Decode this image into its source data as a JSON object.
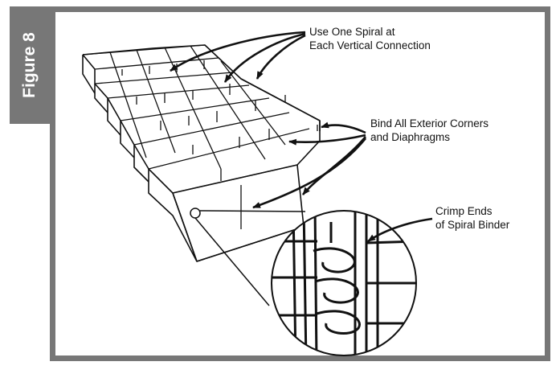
{
  "figure_label": "Figure 8",
  "callouts": {
    "spiral": {
      "line1": "Use One Spiral at",
      "line2": "Each Vertical Connection"
    },
    "bind": {
      "line1": "Bind All Exterior Corners",
      "line2": "and Diaphragms"
    },
    "crimp": {
      "line1": "Crimp Ends",
      "line2": "of Spiral Binder"
    }
  },
  "colors": {
    "frame": "#777777",
    "ink": "#111111",
    "label_text": "#ffffff"
  }
}
